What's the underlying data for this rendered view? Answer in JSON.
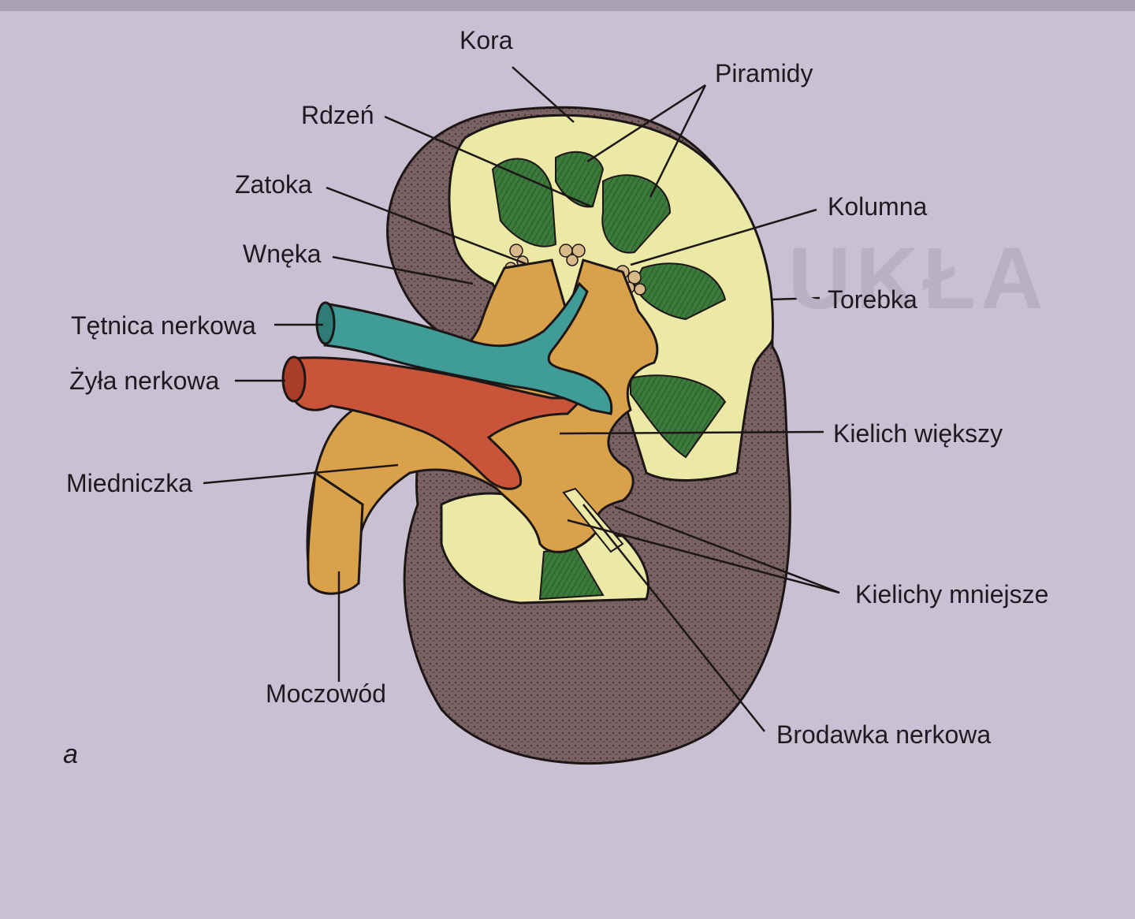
{
  "figure_letter": "a",
  "labels": {
    "kora": "Kora",
    "piramidy": "Piramidy",
    "rdzen": "Rdzeń",
    "zatoka": "Zatoka",
    "kolumna": "Kolumna",
    "wneka": "Wnęka",
    "torebka": "Torebka",
    "tetnica": "Tętnica nerkowa",
    "zyla": "Żyła nerkowa",
    "kielich_wiekszy": "Kielich większy",
    "miedniczka": "Miedniczka",
    "kielichy_mniejsze": "Kielichy mniejsze",
    "moczowod": "Moczowód",
    "brodawka": "Brodawka nerkowa"
  },
  "colors": {
    "background": "#c9c1d3",
    "capsule": "#7d6668",
    "cortex": "#ece9a6",
    "pyramid": "#3c7a3c",
    "pelvis": "#d9a14a",
    "artery": "#3f9c96",
    "vein": "#c9543a",
    "outline": "#1d1616"
  }
}
